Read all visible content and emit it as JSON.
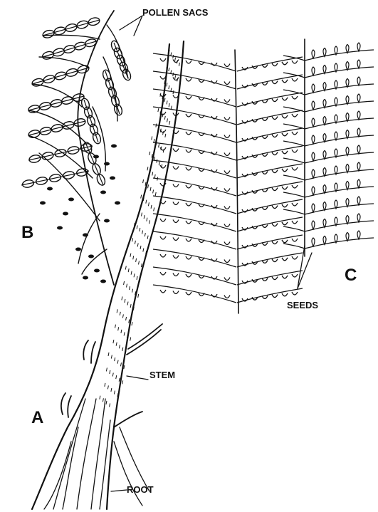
{
  "labels": {
    "pollen_sacs": "POLLEN SACS",
    "seeds": "SEEDS",
    "stem": "STEM",
    "root": "ROOT",
    "letter_a": "A",
    "letter_b": "B",
    "letter_c": "C"
  },
  "colors": {
    "ink": "#111111",
    "background": "#ffffff"
  }
}
